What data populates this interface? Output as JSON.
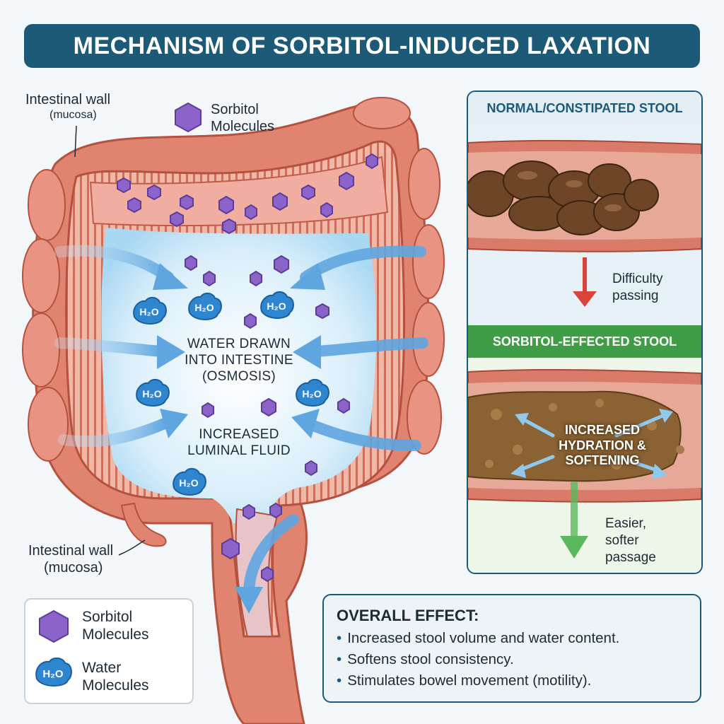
{
  "title": "MECHANISM OF SORBITOL-INDUCED LAXATION",
  "labels": {
    "wall_top": "Intestinal wall",
    "wall_top_sub": "(mucosa)",
    "wall_bottom": "Intestinal wall",
    "wall_bottom_sub": "(mucosa)",
    "sorbitol_top_line1": "Sorbitol",
    "sorbitol_top_line2": "Molecules",
    "water_drawn_line1": "WATER DRAWN",
    "water_drawn_line2": "INTO INTESTINE",
    "water_drawn_line3": "(OSMOSIS)",
    "luminal_line1": "INCREASED",
    "luminal_line2": "LUMINAL FLUID",
    "h2o": "H₂O"
  },
  "panel": {
    "normal_title": "NORMAL/CONSTIPATED STOOL",
    "normal_note_line1": "Difficulty",
    "normal_note_line2": "passing",
    "sorbitol_title": "SORBITOL-EFFECTED STOOL",
    "hydration_line1": "INCREASED",
    "hydration_line2": "HYDRATION &",
    "hydration_line3": "SOFTENING",
    "sorbitol_note_line1": "Easier,",
    "sorbitol_note_line2": "softer",
    "sorbitol_note_line3": "passage"
  },
  "legend": {
    "sorbitol_line1": "Sorbitol",
    "sorbitol_line2": "Molecules",
    "water_line1": "Water",
    "water_line2": "Molecules"
  },
  "effect": {
    "title": "OVERALL EFFECT:",
    "items": [
      "Increased stool volume and water content.",
      "Softens stool consistency.",
      "Stimulates bowel movement (motility)."
    ]
  },
  "colors": {
    "title_bar": "#1c5a78",
    "tissue": "#e08470",
    "sorbitol": "#8b63c9",
    "water": "#2f86d0",
    "green": "#3f9d45",
    "red_arrow": "#d9433a"
  }
}
